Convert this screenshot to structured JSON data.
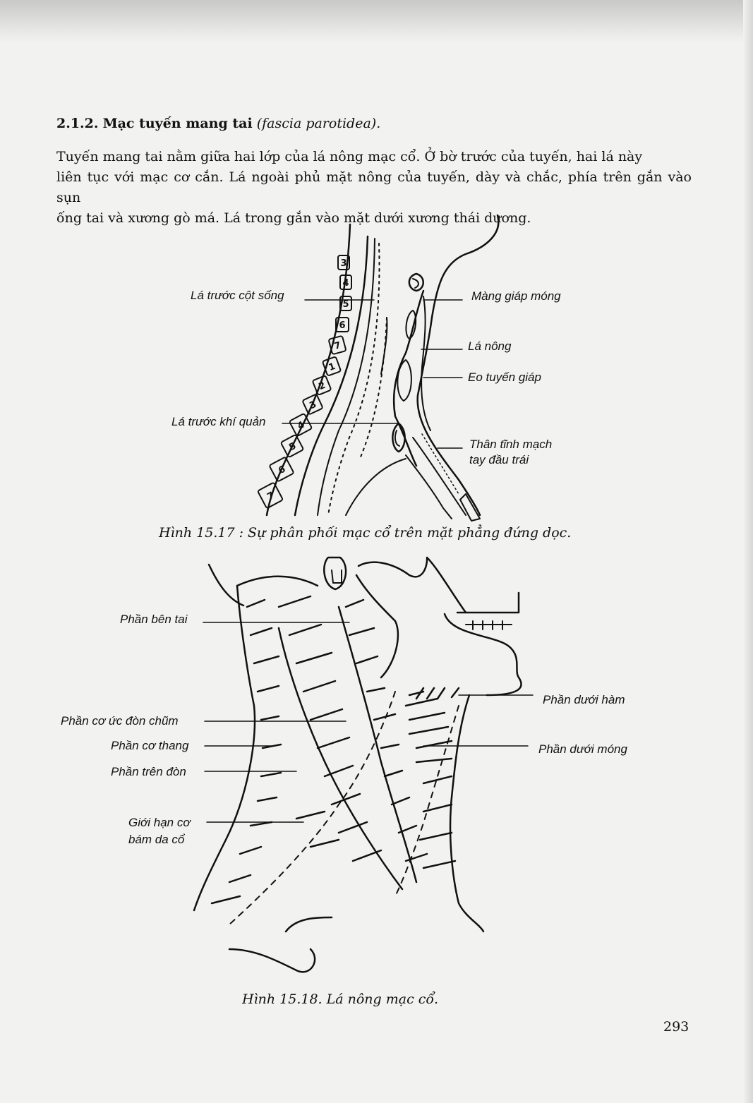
{
  "section": {
    "number": "2.1.2.",
    "title": "Mạc tuyến mang tai",
    "latin": "(fascia parotidea)."
  },
  "paragraph": [
    "Tuyến mang tai nằm giữa hai lớp của lá nông mạc cổ. Ở bờ trước của tuyến, hai lá này",
    "liên tục với mạc cơ cắn. Lá ngoài phủ mặt nông của tuyến, dày và chắc, phía trên gắn vào sụn",
    "ống tai và xương gò má. Lá trong gắn vào mặt dưới xương thái dương."
  ],
  "figure1": {
    "caption": "Hình 15.17 : Sự phân phối mạc cổ trên mặt phẳng đứng dọc.",
    "labels": {
      "la_truoc_cot_song": "Lá trước cột sống",
      "mang_giap_mong": "Màng giáp móng",
      "la_nong": "Lá nông",
      "eo_tuyen_giap": "Eo tuyến giáp",
      "la_truoc_khi_quan": "Lá trước khí quản",
      "than_tinh_mach_1": "Thân tĩnh mạch",
      "than_tinh_mach_2": "tay đầu trái"
    },
    "vertebrae": [
      "3",
      "4",
      "5",
      "6",
      "7",
      "1",
      "2",
      "3",
      "4",
      "5",
      "6",
      "7"
    ]
  },
  "figure2": {
    "caption": "Hình 15.18. Lá nông mạc cổ.",
    "labels": {
      "phan_ben_tai": "Phần bên tai",
      "phan_duoi_ham": "Phần dưới hàm",
      "phan_co_uc_don_chum": "Phần cơ ức đòn chũm",
      "phan_co_thang": "Phần cơ thang",
      "phan_duoi_mong": "Phần dưới móng",
      "phan_tren_don": "Phần trên đòn",
      "gioi_han_1": "Giới hạn cơ",
      "gioi_han_2": "bám da cổ"
    }
  },
  "page_number": "293"
}
